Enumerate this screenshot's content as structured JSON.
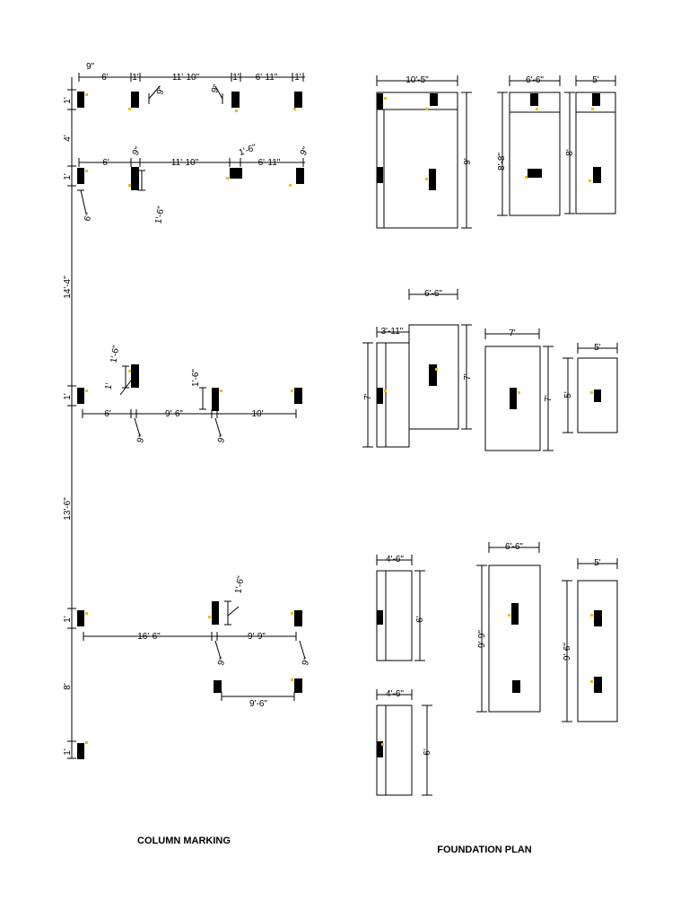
{
  "titles": {
    "column_marking": "COLUMN MARKING",
    "foundation_plan": "FOUNDATION PLAN"
  },
  "accent_color": "#e6c200",
  "column_marking": {
    "row1_top": [
      "6'",
      "1'",
      "11'-10\"",
      "1'",
      "6'-11\"",
      "1'"
    ],
    "row1_top_9": "9\"",
    "row1_offsets": [
      "9\"",
      "9\""
    ],
    "row2": [
      "6'",
      "11'-10\"",
      "6'-11\""
    ],
    "row2_small": [
      "9\"",
      "1'-6\"",
      "9\""
    ],
    "row2_vert": "1'-6\"",
    "row2_side": "6\"",
    "row3": [
      "6'",
      "9'-6\"",
      "10'"
    ],
    "row3_nines": [
      "9\"",
      "9\""
    ],
    "row3_vert": [
      "1'-6\"",
      "1'-6\"",
      "1'"
    ],
    "row4": [
      "16'-6\"",
      "9'-9\""
    ],
    "row4_nines": [
      "9\"",
      "9\""
    ],
    "row4_vert": "1'-6\"",
    "row5": [
      "9'-6\""
    ],
    "left_dims": [
      "1'",
      "4'",
      "1'",
      "14'-4\"",
      "1'",
      "13'-6\"",
      "1'",
      "8'",
      "1'"
    ]
  },
  "foundation_plan": {
    "r1": {
      "a_w": "10'-5\"",
      "a_h": "9'",
      "b_w": "6'-6\"",
      "b_h": "8'-8\"",
      "c_w": "5'",
      "c_h": "8'"
    },
    "r2": {
      "a_w": "3'-11\"",
      "a_h": "7'",
      "b_w": "6'-6\"",
      "b_h": "7'",
      "c_w": "7'",
      "c_h": "7'",
      "d_w": "5'",
      "d_h": "5'"
    },
    "r3": {
      "a_w": "4'-6\"",
      "a_h": "6'",
      "b_w": "6'-6\"",
      "b_h": "9'-9\"",
      "c_w": "5'",
      "c_h": "9'-6\""
    },
    "r4": {
      "a_w": "4'-6\"",
      "a_h": "6'"
    }
  }
}
